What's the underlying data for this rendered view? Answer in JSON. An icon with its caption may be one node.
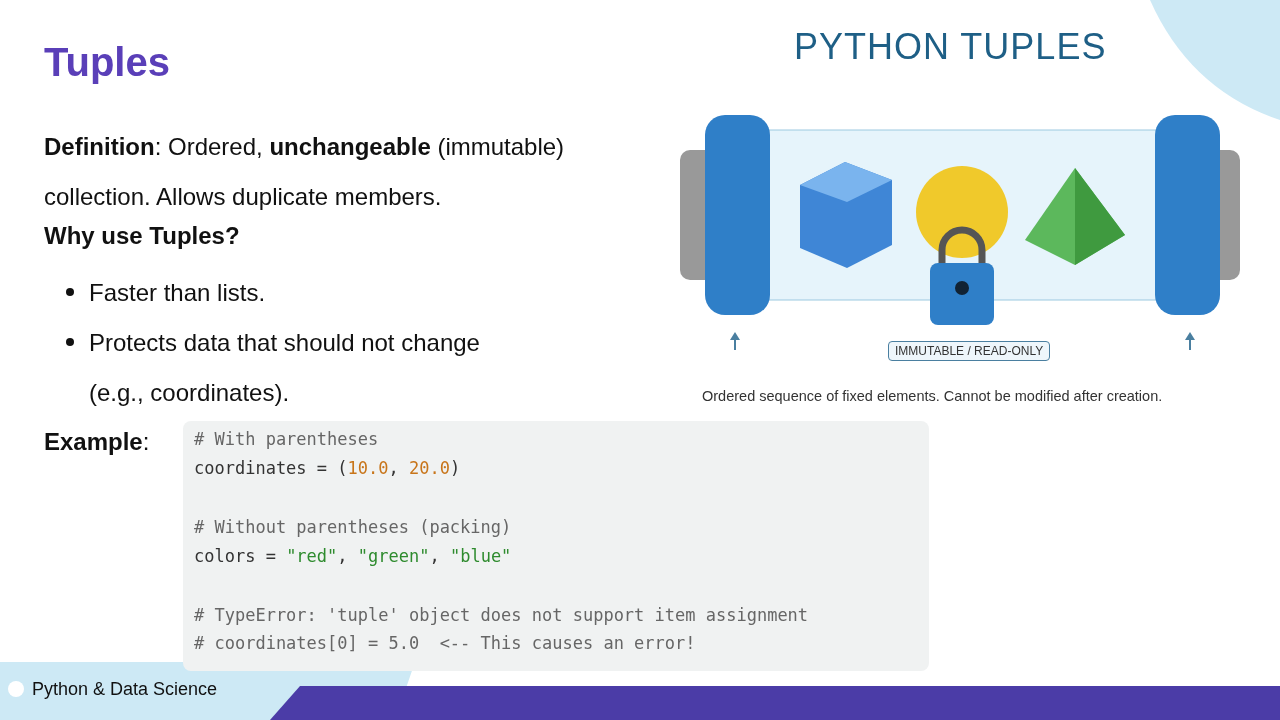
{
  "diagram": {
    "title": "Tuples",
    "nodes": [
      {
        "text": [
          "IMMUTABLE / READ-ONLY"
        ]
      },
      {
        "text": [
          "# With parentheses",
          "coordinates = (10.0, 20.0)",
          "# Without parentheses (packing)",
          "colors = \"red\", \"green\", \"blue\"",
          "# TypeError: 'tuple' object does not support item assignment",
          "# coordinates[0] = 5.0  <-- This causes an error!"
        ]
      }
    ],
    "labels": [
      "PYTHON TUPLES",
      "**Definition**: Ordered, **unchangeable** (immutable) collection. Allows duplicate members.",
      "Why use Tuples?",
      "Faster than lists.",
      "Protects data that should not change (e.g., coordinates).",
      "Ordered sequence of fixed elements. Cannot be modified after creation.",
      "**Example**:",
      "Python & Data Science"
    ]
  }
}
